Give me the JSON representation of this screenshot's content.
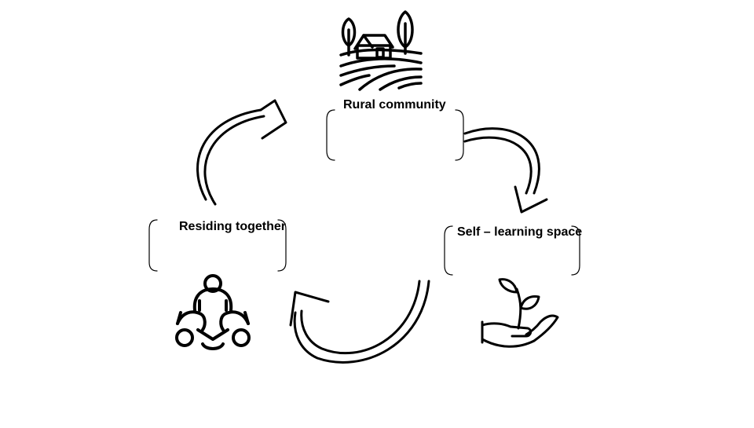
{
  "nodes": [
    {
      "id": "rural",
      "label": "Rural community",
      "icon": "farm-landscape-icon"
    },
    {
      "id": "self",
      "label": "Self – learning space",
      "icon": "plant-in-hand-icon"
    },
    {
      "id": "residing",
      "label": "Residing together",
      "icon": "people-group-icon"
    }
  ],
  "colors": {
    "stroke": "#000000",
    "background": "#ffffff"
  }
}
